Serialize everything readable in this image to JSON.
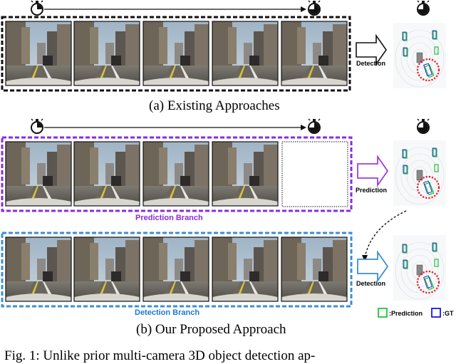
{
  "captions": {
    "existing": "(a) Existing Approaches",
    "proposed": "(b) Our Proposed Approach",
    "figure": "Fig. 1: Unlike prior multi-camera 3D object detection ap-"
  },
  "branches": {
    "prediction": "Prediction Branch",
    "detection": "Detection Branch"
  },
  "arrows": {
    "existing_detection": "Detection",
    "prediction": "Prediction",
    "detection": "Detection"
  },
  "legend": {
    "prediction": ":Prediction",
    "gt": ":GT"
  },
  "icons": [
    "timer-start-icon",
    "timer-end-icon"
  ],
  "colors": {
    "prediction_branch": "#8a2be2",
    "detection_branch": "#1e78d2",
    "existing_box": "#000000",
    "prediction_box": "#22c43a",
    "gt_box": "#1a1ad6",
    "highlight_circle": "#e8151b",
    "arrow_prediction": "#9b3fe0",
    "arrow_detection": "#3a8fd8"
  }
}
